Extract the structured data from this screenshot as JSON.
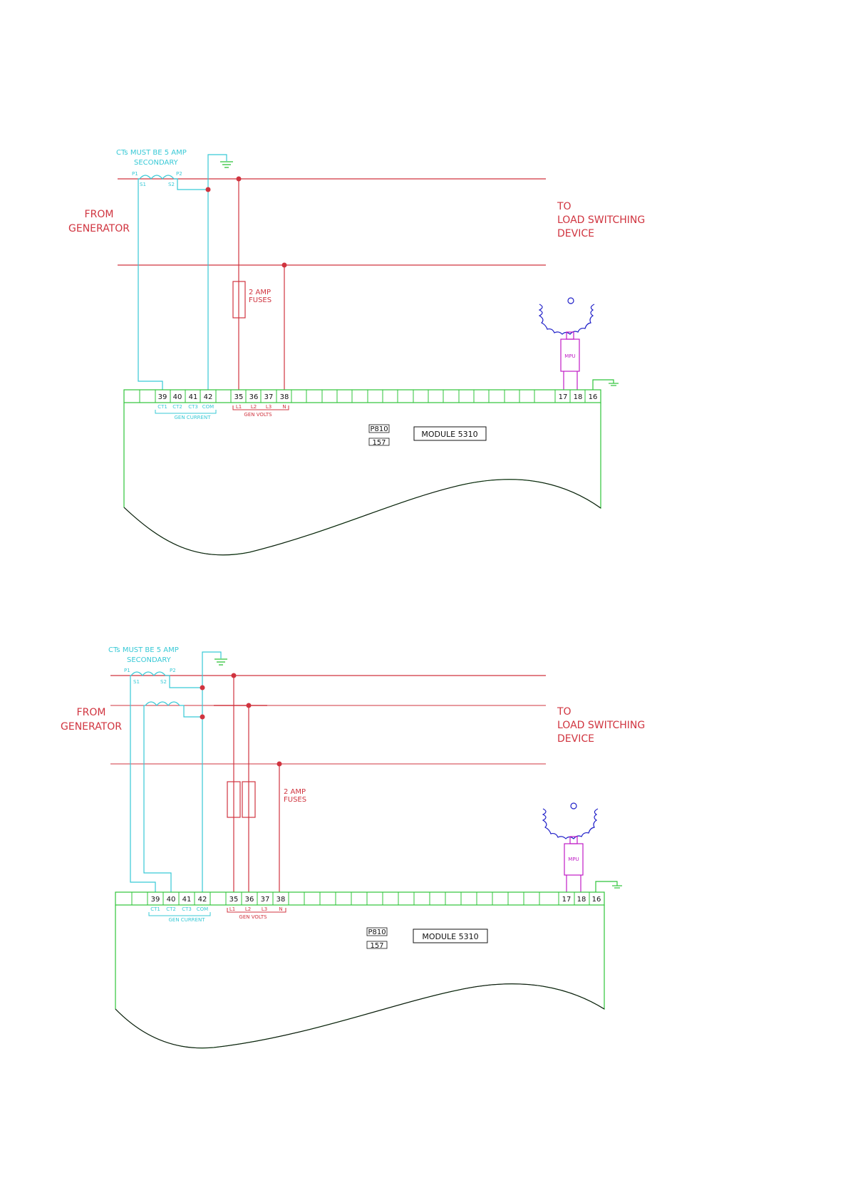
{
  "colors": {
    "power_line": "#d0343f",
    "ct_wiring": "#37c9d6",
    "module_outline": "#2fc43a",
    "earth": "#2fc43a",
    "mpu": "#c01cc6",
    "gear": "#1f1fc8",
    "text": "#111111"
  },
  "diagram_top": {
    "from_label": [
      "FROM",
      "GENERATOR"
    ],
    "to_label": [
      "TO",
      "LOAD  SWITCHING",
      "DEVICE"
    ],
    "ct_note": [
      "CTs  MUST  BE  5  AMP",
      "SECONDARY"
    ],
    "ct_terminals": {
      "p1": "P1",
      "p2": "P2",
      "s1": "S1",
      "s2": "S2"
    },
    "fuse_label": [
      "2  AMP",
      "FUSES"
    ],
    "mpu_label": "MPU",
    "terminals": [
      "39",
      "40",
      "41",
      "42",
      "35",
      "36",
      "37",
      "38",
      "17",
      "18",
      "16"
    ],
    "current_sublabels": [
      "CT1",
      "CT2",
      "CT3",
      "COM"
    ],
    "current_group": "GEN  CURRENT",
    "volts_sublabels": [
      "L1",
      "L2",
      "L3",
      "N"
    ],
    "volts_group": "GEN  VOLTS",
    "module_name": "MODULE  5310",
    "ref_top": "P810",
    "ref_bottom": "157"
  },
  "diagram_bottom": {
    "from_label": [
      "FROM",
      "GENERATOR"
    ],
    "to_label": [
      "TO",
      "LOAD  SWITCHING",
      "DEVICE"
    ],
    "ct_note": [
      "CTs  MUST  BE  5  AMP",
      "SECONDARY"
    ],
    "ct_terminals": {
      "p1": "P1",
      "p2": "P2",
      "s1": "S1",
      "s2": "S2"
    },
    "fuse_label": [
      "2  AMP",
      "FUSES"
    ],
    "mpu_label": "MPU",
    "terminals": [
      "39",
      "40",
      "41",
      "42",
      "35",
      "36",
      "37",
      "38",
      "17",
      "18",
      "16"
    ],
    "current_sublabels": [
      "CT1",
      "CT2",
      "CT3",
      "COM"
    ],
    "current_group": "GEN  CURRENT",
    "volts_sublabels": [
      "L1",
      "L2",
      "L3",
      "N"
    ],
    "volts_group": "GEN  VOLTS",
    "module_name": "MODULE  5310",
    "ref_top": "P810",
    "ref_bottom": "157"
  }
}
